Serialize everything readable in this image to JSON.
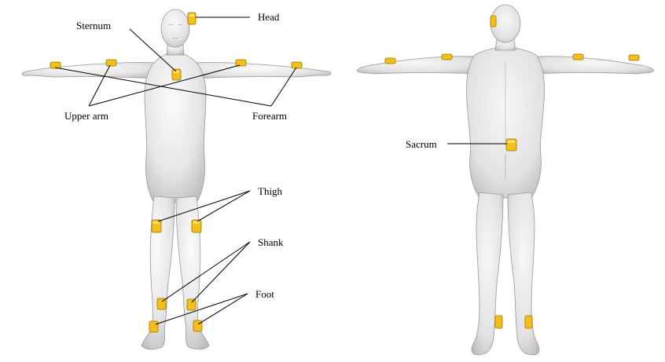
{
  "figure": {
    "labels": {
      "head": "Head",
      "sternum": "Sternum",
      "upper_arm": "Upper arm",
      "forearm": "Forearm",
      "thigh": "Thigh",
      "shank": "Shank",
      "foot": "Foot",
      "sacrum": "Sacrum"
    },
    "colors": {
      "sensor": "#f2c018",
      "skin": "#e9e9e9",
      "outline": "#9a9a9a"
    }
  }
}
